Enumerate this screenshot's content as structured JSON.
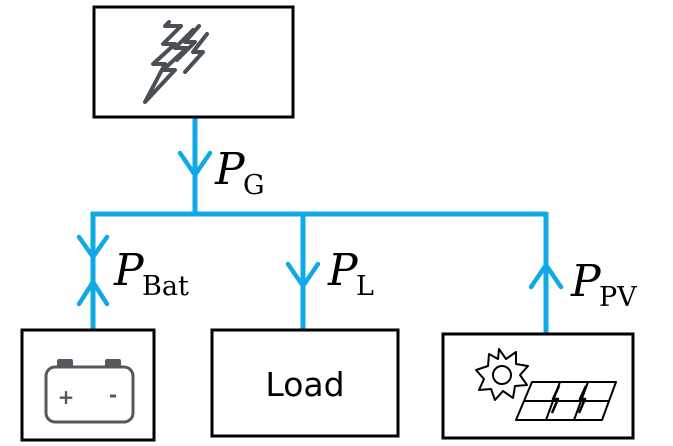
{
  "colors": {
    "line": "#10a9e8",
    "box_border": "#000000",
    "icon": "#4a4f55"
  },
  "grid_box": {
    "icon": "lightning-icon"
  },
  "labels": {
    "grid": {
      "main": "P",
      "sub": "G"
    },
    "battery": {
      "main": "P",
      "sub": "Bat"
    },
    "load": {
      "main": "P",
      "sub": "L"
    },
    "pv": {
      "main": "P",
      "sub": "PV"
    }
  },
  "battery_box": {
    "icon": "battery-icon",
    "plus": "+",
    "minus": "-"
  },
  "load_box": {
    "text": "Load"
  },
  "pv_box": {
    "icon": "solar-panel-icon"
  }
}
